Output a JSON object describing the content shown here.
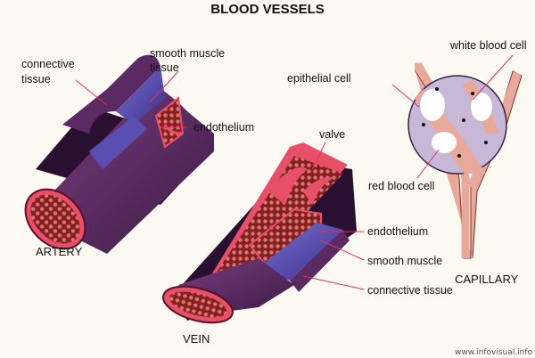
{
  "title": "BLOOD VESSELS",
  "artery": {
    "name": "ARTERY",
    "labels": {
      "connective_1": "connective",
      "connective_2": "tissue",
      "smooth_1": "smooth muscle",
      "smooth_2": "tissue",
      "endothelium": "endothelium"
    }
  },
  "vein": {
    "name": "VEIN",
    "labels": {
      "valve": "valve",
      "endothelium": "endothelium",
      "smooth": "smooth muscle",
      "connective": "connective tissue"
    }
  },
  "capillary": {
    "name": "CAPILLARY",
    "labels": {
      "white": "white blood cell",
      "epithelial": "epithelial cell",
      "red": "red blood cell"
    }
  },
  "watermark": "www.infovisual.info",
  "colors": {
    "outer": "#5b2a63",
    "muscle": "#5a4fb0",
    "inner": "#8c1c22",
    "edge": "#e8506a",
    "capillary": "#e8a89a"
  }
}
